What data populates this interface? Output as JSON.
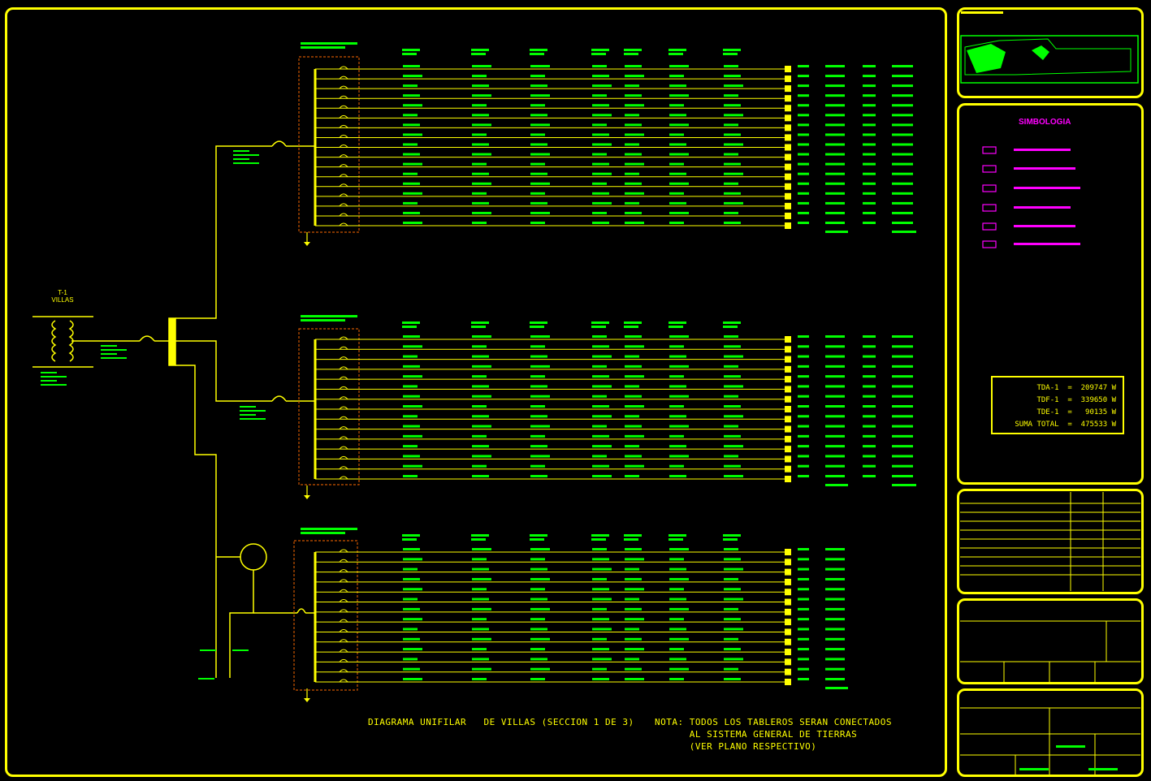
{
  "transformer": {
    "label_line1": "T-1",
    "label_line2": "VILLAS"
  },
  "symbology": {
    "title": "SIMBOLOGIA"
  },
  "summary": {
    "lines": [
      "TDA-1  =  209747 W",
      "TDF-1  =  339650 W",
      "TDE-1  =   90135 W",
      "SUMA TOTAL  =  475533 W"
    ]
  },
  "notes": {
    "diagram_title": "DIAGRAMA UNIFILAR   DE VILLAS (SECCION 1 DE 3)",
    "note_line1": "NOTA: TODOS LOS TABLEROS SERAN CONECTADOS",
    "note_line2": "      AL SISTEMA GENERAL DE TIERRAS",
    "note_line3": "      (VER PLANO RESPECTIVO)"
  },
  "colors": {
    "frame": "#ffff00",
    "text_green": "#00ff00",
    "symbols": "#ff00ff",
    "breaker_box": "#cc5500"
  }
}
